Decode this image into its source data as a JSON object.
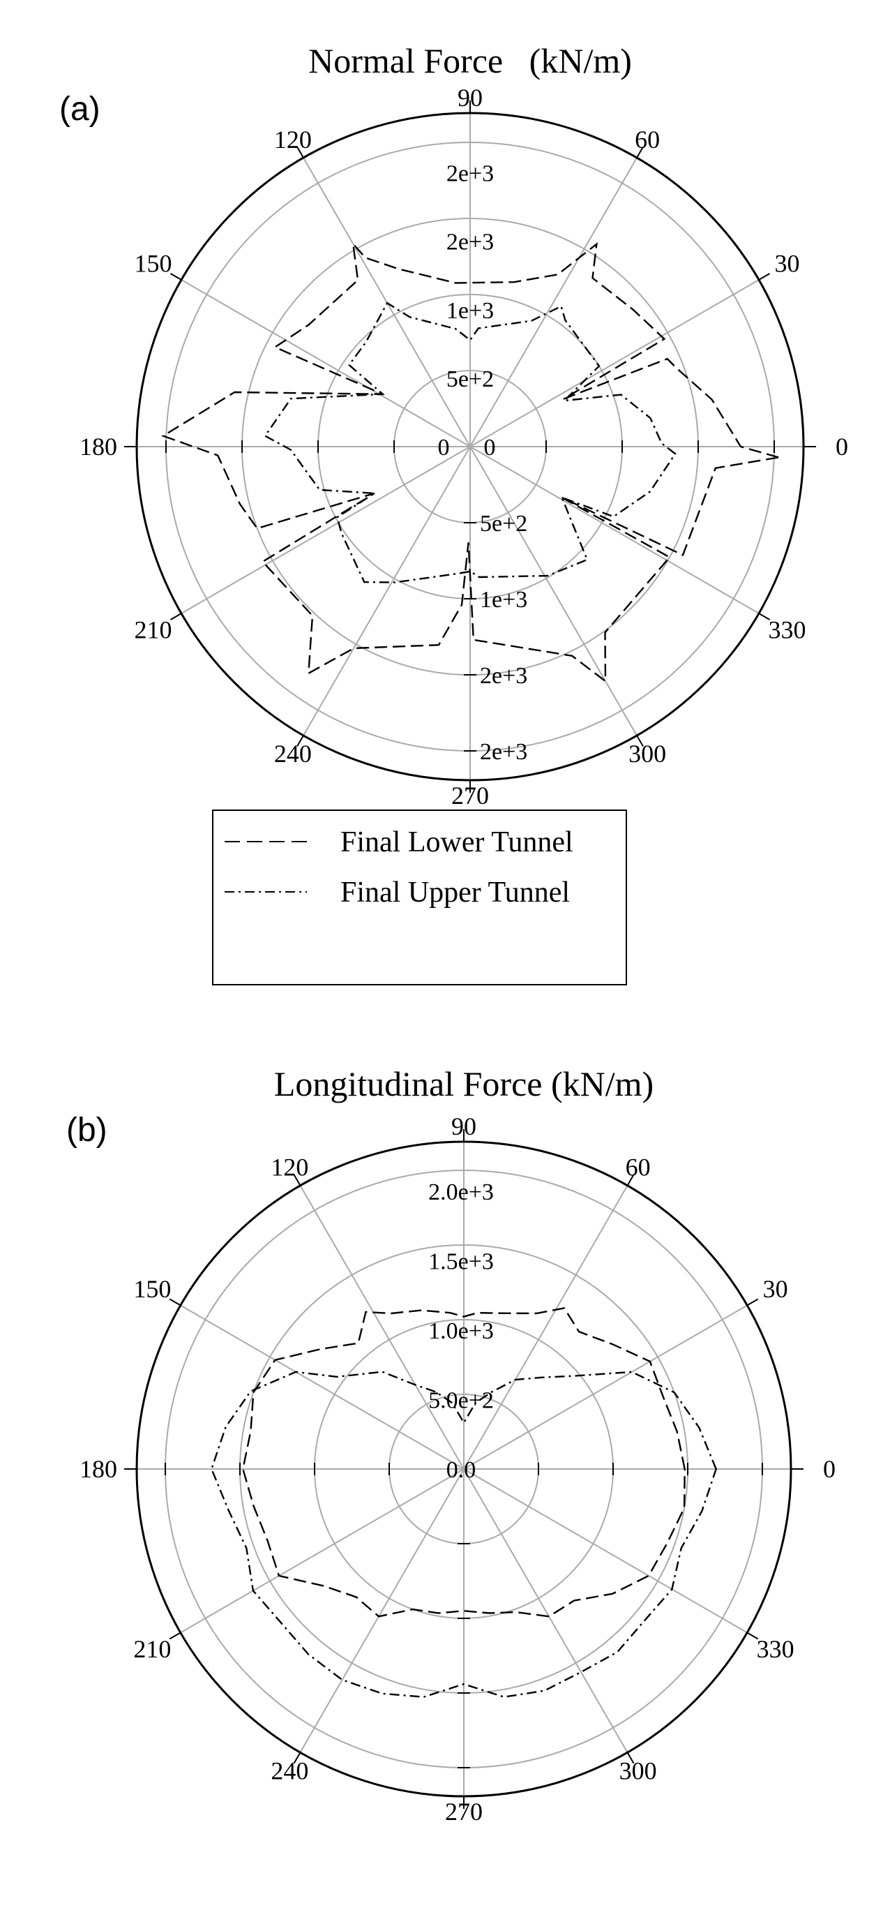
{
  "chart_data": [
    {
      "type": "polar-line",
      "panel_label": "(a)",
      "title": "Normal Force   (kN/m)",
      "angle_ticks": [
        "0",
        "30",
        "60",
        "90",
        "120",
        "150",
        "180",
        "210",
        "240",
        "270",
        "300",
        "330"
      ],
      "radial_ticks_up": [
        "5e+2",
        "1e+3",
        "2e+3",
        "2e+3"
      ],
      "radial_ticks_down": [
        "5e+2",
        "1e+3",
        "2e+3",
        "2e+3"
      ],
      "center_labels": [
        "0",
        "0"
      ],
      "radial_values": [
        500,
        1000,
        1500,
        2000
      ],
      "rlim": [
        0,
        2190
      ],
      "legend": {
        "placement": "bottom",
        "entries": [
          "Final Lower Tunnel",
          "Final Upper Tunnel"
        ]
      },
      "series": [
        {
          "name": "Final Lower Tunnel",
          "style": "dashed",
          "points": [
            [
              -2,
              2030
            ],
            [
              0,
              1780
            ],
            [
              11,
              1620
            ],
            [
              21,
              1450
            ],
            [
              24,
              1420
            ],
            [
              27,
              690
            ],
            [
              29,
              1460
            ],
            [
              40,
              1400
            ],
            [
              54,
              1370
            ],
            [
              58,
              1570
            ],
            [
              63,
              1270
            ],
            [
              75,
              1120
            ],
            [
              87,
              1080
            ],
            [
              95,
              1080
            ],
            [
              112,
              1260
            ],
            [
              119,
              1420
            ],
            [
              120,
              1540
            ],
            [
              124,
              1320
            ],
            [
              143,
              1330
            ],
            [
              153,
              1440
            ],
            [
              149,
              670
            ],
            [
              167,
              1590
            ],
            [
              178,
              2020
            ],
            [
              182,
              1660
            ],
            [
              194,
              1560
            ],
            [
              201,
              1500
            ],
            [
              206,
              700
            ],
            [
              209,
              1560
            ],
            [
              227,
              1520
            ],
            [
              234.5,
              1830
            ],
            [
              240,
              1530
            ],
            [
              261,
              1320
            ],
            [
              267,
              1040
            ],
            [
              269,
              630
            ],
            [
              271,
              1270
            ],
            [
              296,
              1530
            ],
            [
              300,
              1780
            ],
            [
              306,
              1510
            ],
            [
              331,
              1500
            ],
            [
              331,
              690
            ],
            [
              333,
              1570
            ],
            [
              355,
              1620
            ],
            [
              358,
              2030
            ]
          ]
        },
        {
          "name": "Final Upper Tunnel",
          "style": "dash-dot",
          "points": [
            [
              -2,
              1350
            ],
            [
              1,
              1260
            ],
            [
              9,
              1200
            ],
            [
              19,
              1050
            ],
            [
              26,
              690
            ],
            [
              32,
              1000
            ],
            [
              53,
              1040
            ],
            [
              57,
              1100
            ],
            [
              64,
              920
            ],
            [
              86,
              780
            ],
            [
              90,
              700
            ],
            [
              97,
              780
            ],
            [
              115,
              940
            ],
            [
              120,
              1090
            ],
            [
              135,
              970
            ],
            [
              146,
              960
            ],
            [
              149,
              670
            ],
            [
              165,
              1220
            ],
            [
              177,
              1350
            ],
            [
              181,
              1180
            ],
            [
              196,
              1030
            ],
            [
              206,
              700
            ],
            [
              208,
              990
            ],
            [
              214,
              1020
            ],
            [
              232,
              1130
            ],
            [
              241,
              1020
            ],
            [
              264,
              840
            ],
            [
              270,
              820
            ],
            [
              274,
              860
            ],
            [
              301,
              990
            ],
            [
              316,
              1070
            ],
            [
              331,
              690
            ],
            [
              334,
              1050
            ],
            [
              346,
              1220
            ],
            [
              358,
              1350
            ]
          ]
        }
      ]
    },
    {
      "type": "polar-line",
      "panel_label": "(b)",
      "title": "Longitudinal Force (kN/m)",
      "angle_ticks": [
        "0",
        "30",
        "60",
        "90",
        "120",
        "150",
        "180",
        "210",
        "240",
        "270",
        "300",
        "330"
      ],
      "radial_ticks_up": [
        "0.0",
        "5.0e+2",
        "1.0e+3",
        "1.5e+3",
        "2.0e+3"
      ],
      "radial_values": [
        500,
        1000,
        1500,
        2000
      ],
      "rlim": [
        0,
        2190
      ],
      "series": [
        {
          "name": "Final Lower Tunnel",
          "style": "dashed",
          "points": [
            [
              0,
              1480
            ],
            [
              10,
              1450
            ],
            [
              20,
              1420
            ],
            [
              30,
              1440
            ],
            [
              40,
              1300
            ],
            [
              50,
              1200
            ],
            [
              58,
              1270
            ],
            [
              65,
              1150
            ],
            [
              75,
              1080
            ],
            [
              85,
              1050
            ],
            [
              90,
              1020
            ],
            [
              95,
              1050
            ],
            [
              105,
              1100
            ],
            [
              115,
              1150
            ],
            [
              122,
              1240
            ],
            [
              130,
              1100
            ],
            [
              140,
              1250
            ],
            [
              150,
              1460
            ],
            [
              160,
              1500
            ],
            [
              170,
              1450
            ],
            [
              180,
              1480
            ],
            [
              190,
              1430
            ],
            [
              200,
              1400
            ],
            [
              210,
              1430
            ],
            [
              220,
              1220
            ],
            [
              230,
              1120
            ],
            [
              240,
              1140
            ],
            [
              250,
              1000
            ],
            [
              260,
              980
            ],
            [
              270,
              950
            ],
            [
              280,
              980
            ],
            [
              290,
              1020
            ],
            [
              300,
              1140
            ],
            [
              310,
              1150
            ],
            [
              320,
              1300
            ],
            [
              330,
              1430
            ],
            [
              340,
              1450
            ],
            [
              350,
              1500
            ],
            [
              360,
              1480
            ]
          ]
        },
        {
          "name": "Final Upper Tunnel",
          "style": "dash-dot",
          "points": [
            [
              0,
              1690
            ],
            [
              10,
              1600
            ],
            [
              20,
              1500
            ],
            [
              30,
              1300
            ],
            [
              40,
              970
            ],
            [
              50,
              800
            ],
            [
              60,
              690
            ],
            [
              70,
              550
            ],
            [
              80,
              450
            ],
            [
              90,
              310
            ],
            [
              100,
              450
            ],
            [
              110,
              550
            ],
            [
              120,
              650
            ],
            [
              130,
              850
            ],
            [
              144,
              1050
            ],
            [
              150,
              1300
            ],
            [
              160,
              1520
            ],
            [
              170,
              1620
            ],
            [
              180,
              1690
            ],
            [
              190,
              1600
            ],
            [
              200,
              1550
            ],
            [
              210,
              1630
            ],
            [
              220,
              1600
            ],
            [
              230,
              1620
            ],
            [
              240,
              1630
            ],
            [
              250,
              1600
            ],
            [
              260,
              1550
            ],
            [
              270,
              1440
            ],
            [
              280,
              1550
            ],
            [
              290,
              1580
            ],
            [
              300,
              1570
            ],
            [
              310,
              1600
            ],
            [
              320,
              1580
            ],
            [
              330,
              1610
            ],
            [
              340,
              1550
            ],
            [
              350,
              1620
            ],
            [
              360,
              1690
            ]
          ]
        }
      ]
    }
  ],
  "colors": {
    "line": "#000000",
    "grid": "#aaaaaa",
    "axis": "#000000"
  }
}
